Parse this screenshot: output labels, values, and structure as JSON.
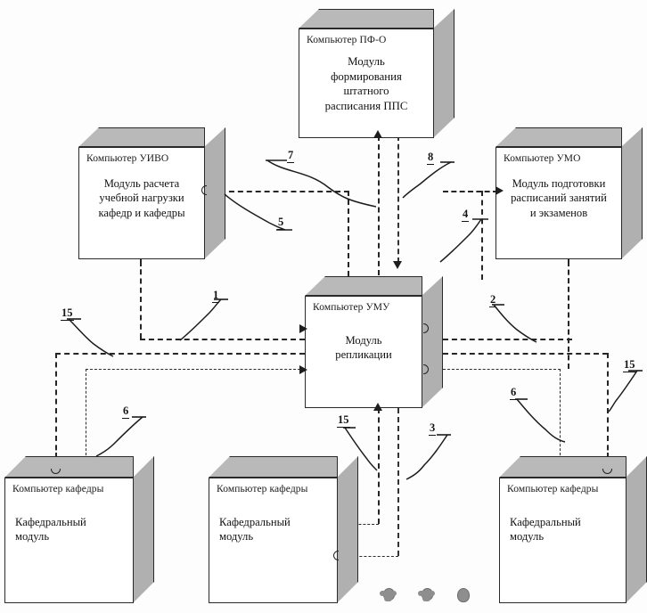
{
  "diagram": {
    "title": "UML deployment diagram",
    "background_color": "#fdfdfd",
    "line_color": "#262626",
    "node_top_color": "#b9b9b9",
    "node_side_color": "#b0b0b0",
    "node_face_color": "#ffffff"
  },
  "nodes": [
    {
      "id": "pfo",
      "title": "Компьютер ПФ-О",
      "artifact": "Модуль\nформирования\nштатного\nрасписания ППС"
    },
    {
      "id": "uivo",
      "title": "Компьютер УИВО",
      "artifact": "Модуль расчета\nучебной нагрузки\nкафедр и кафедры"
    },
    {
      "id": "umo",
      "title": "Компьютер УМО",
      "artifact": "Модуль подготовки\nрасписаний занятий\nи экзаменов"
    },
    {
      "id": "umu",
      "title": "Компьютер УМУ",
      "artifact": "Модуль\nрепликации"
    },
    {
      "id": "kaf1",
      "title": "Компьютер кафедры",
      "artifact": "Кафедральный\nмодуль"
    },
    {
      "id": "kaf2",
      "title": "Компьютер кафедры",
      "artifact": "Кафедральный\nмодуль"
    },
    {
      "id": "kaf3",
      "title": "Компьютер кафедры",
      "artifact": "Кафедральный\nмодуль"
    }
  ],
  "callouts": [
    {
      "id": "c7",
      "label": "7"
    },
    {
      "id": "c8",
      "label": "8"
    },
    {
      "id": "c5",
      "label": "5"
    },
    {
      "id": "c4",
      "label": "4"
    },
    {
      "id": "c1",
      "label": "1"
    },
    {
      "id": "c2",
      "label": "2"
    },
    {
      "id": "c15l",
      "label": "15"
    },
    {
      "id": "c6l",
      "label": "6"
    },
    {
      "id": "c15b",
      "label": "15"
    },
    {
      "id": "c3",
      "label": "3"
    },
    {
      "id": "c6r",
      "label": "6"
    },
    {
      "id": "c15r",
      "label": "15"
    }
  ],
  "ornaments": [
    {
      "id": "orn1",
      "kind": "figure-icon"
    },
    {
      "id": "orn2",
      "kind": "figure-icon"
    },
    {
      "id": "orn3",
      "kind": "head-icon"
    }
  ]
}
